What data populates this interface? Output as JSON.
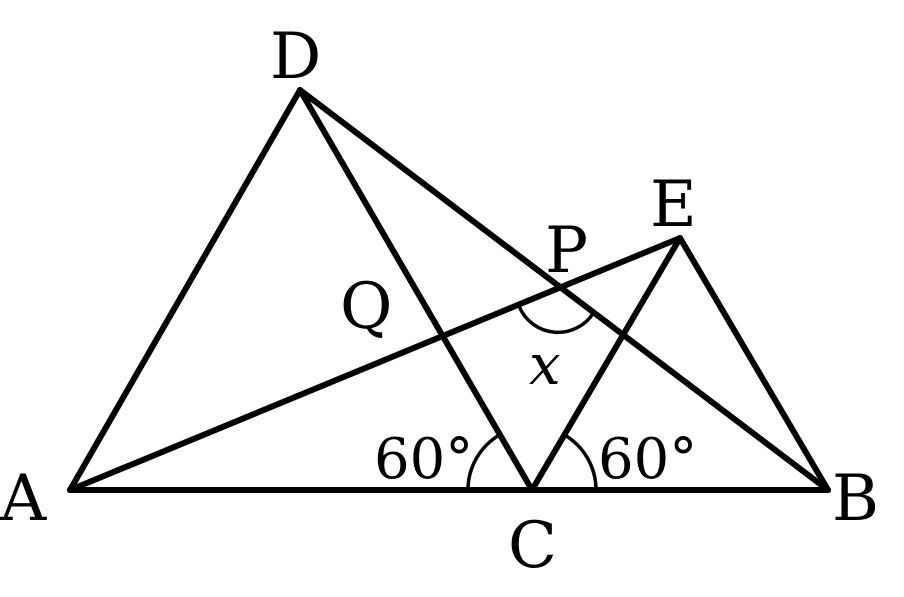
{
  "points": {
    "A": "A",
    "B": "B",
    "C": "C",
    "D": "D",
    "E": "E",
    "P": "P",
    "Q": "Q"
  },
  "angles": {
    "left_at_C": "60°",
    "right_at_C": "60°",
    "unknown": "x"
  },
  "colors": {
    "stroke": "#000000",
    "background": "#ffffff"
  }
}
